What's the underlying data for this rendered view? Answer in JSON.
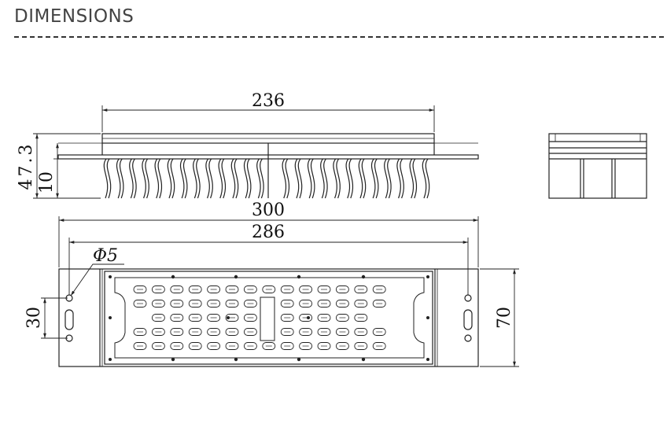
{
  "header": {
    "title": "DIMENSIONS"
  },
  "dimensions": {
    "top_length": "236",
    "overall_height": "47.3",
    "fin_offset": "10",
    "overall_length": "300",
    "hole_spacing": "286",
    "hole_diameter": "Φ5",
    "side_hole_span": "30",
    "width": "70"
  },
  "colors": {
    "line": "#222222",
    "text": "#111111",
    "rule": "#333333"
  }
}
